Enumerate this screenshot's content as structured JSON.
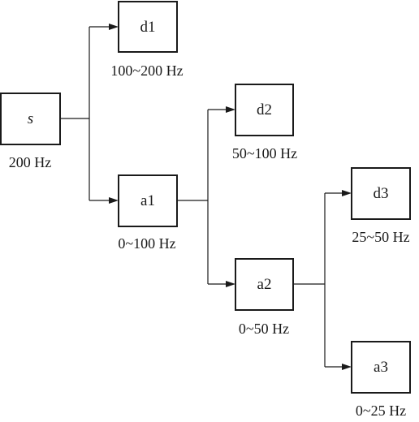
{
  "nodes": {
    "s": {
      "label": "s",
      "freq": "200 Hz"
    },
    "d1": {
      "label": "d1",
      "freq": "100~200 Hz"
    },
    "a1": {
      "label": "a1",
      "freq": "0~100 Hz"
    },
    "d2": {
      "label": "d2",
      "freq": "50~100 Hz"
    },
    "a2": {
      "label": "a2",
      "freq": "0~50 Hz"
    },
    "d3": {
      "label": "d3",
      "freq": "25~50 Hz"
    },
    "a3": {
      "label": "a3",
      "freq": "0~25 Hz"
    }
  }
}
